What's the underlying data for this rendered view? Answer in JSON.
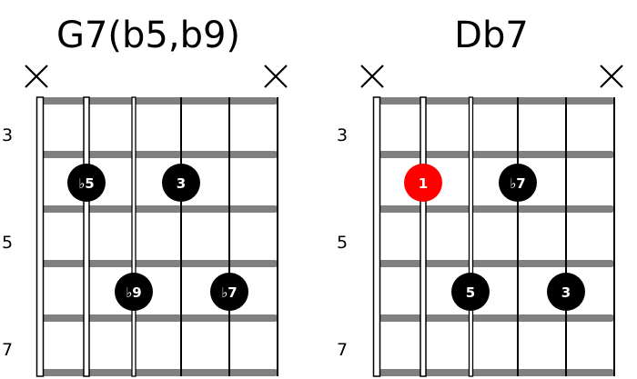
{
  "colors": {
    "fret": "#808080",
    "string": "#000000",
    "dot": "#000000",
    "root_dot": "#ff0000",
    "dot_text": "#ffffff"
  },
  "chords": [
    {
      "name": "G7(b5,b9)",
      "muted_strings": [
        1,
        6
      ],
      "fret_labels": [
        {
          "fret": 3,
          "label": "3"
        },
        {
          "fret": 5,
          "label": "5"
        },
        {
          "fret": 7,
          "label": "7"
        }
      ],
      "notes": [
        {
          "string": 2,
          "fret": 4,
          "label": "♭5",
          "root": false
        },
        {
          "string": 4,
          "fret": 4,
          "label": "3",
          "root": false
        },
        {
          "string": 3,
          "fret": 6,
          "label": "♭9",
          "root": false
        },
        {
          "string": 5,
          "fret": 6,
          "label": "♭7",
          "root": false
        }
      ]
    },
    {
      "name": "Db7",
      "muted_strings": [
        1,
        6
      ],
      "fret_labels": [
        {
          "fret": 3,
          "label": "3"
        },
        {
          "fret": 5,
          "label": "5"
        },
        {
          "fret": 7,
          "label": "7"
        }
      ],
      "notes": [
        {
          "string": 2,
          "fret": 4,
          "label": "1",
          "root": true
        },
        {
          "string": 4,
          "fret": 4,
          "label": "♭7",
          "root": false
        },
        {
          "string": 3,
          "fret": 6,
          "label": "5",
          "root": false
        },
        {
          "string": 5,
          "fret": 6,
          "label": "3",
          "root": false
        }
      ]
    }
  ]
}
